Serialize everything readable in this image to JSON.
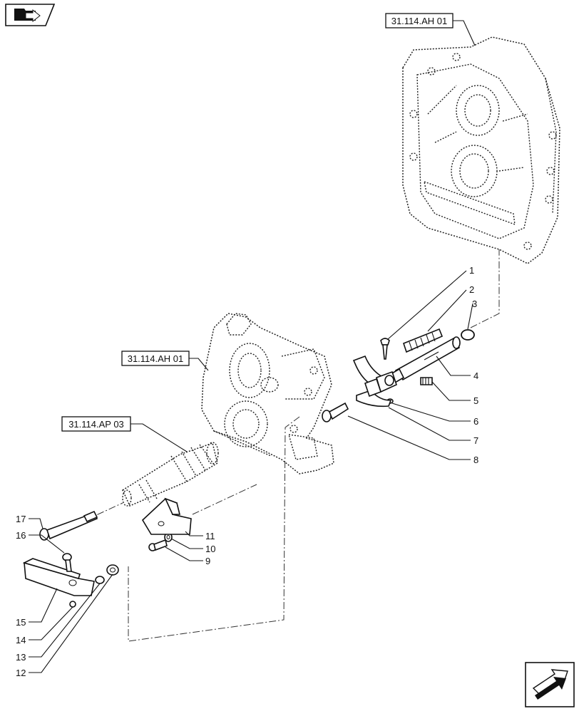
{
  "references": {
    "top_right": "31.114.AH 01",
    "middle_left": "31.114.AH 01",
    "shaft": "31.114.AP 03"
  },
  "callouts": {
    "c1": "1",
    "c2": "2",
    "c3": "3",
    "c4": "4",
    "c5": "5",
    "c6": "6",
    "c7": "7",
    "c8": "8",
    "c9": "9",
    "c10": "10",
    "c11": "11",
    "c12": "12",
    "c13": "13",
    "c14": "14",
    "c15": "15",
    "c16": "16",
    "c17": "17"
  },
  "icons": {
    "top_left": "book-arrow-icon",
    "bottom_right": "next-page-arrow-icon"
  }
}
